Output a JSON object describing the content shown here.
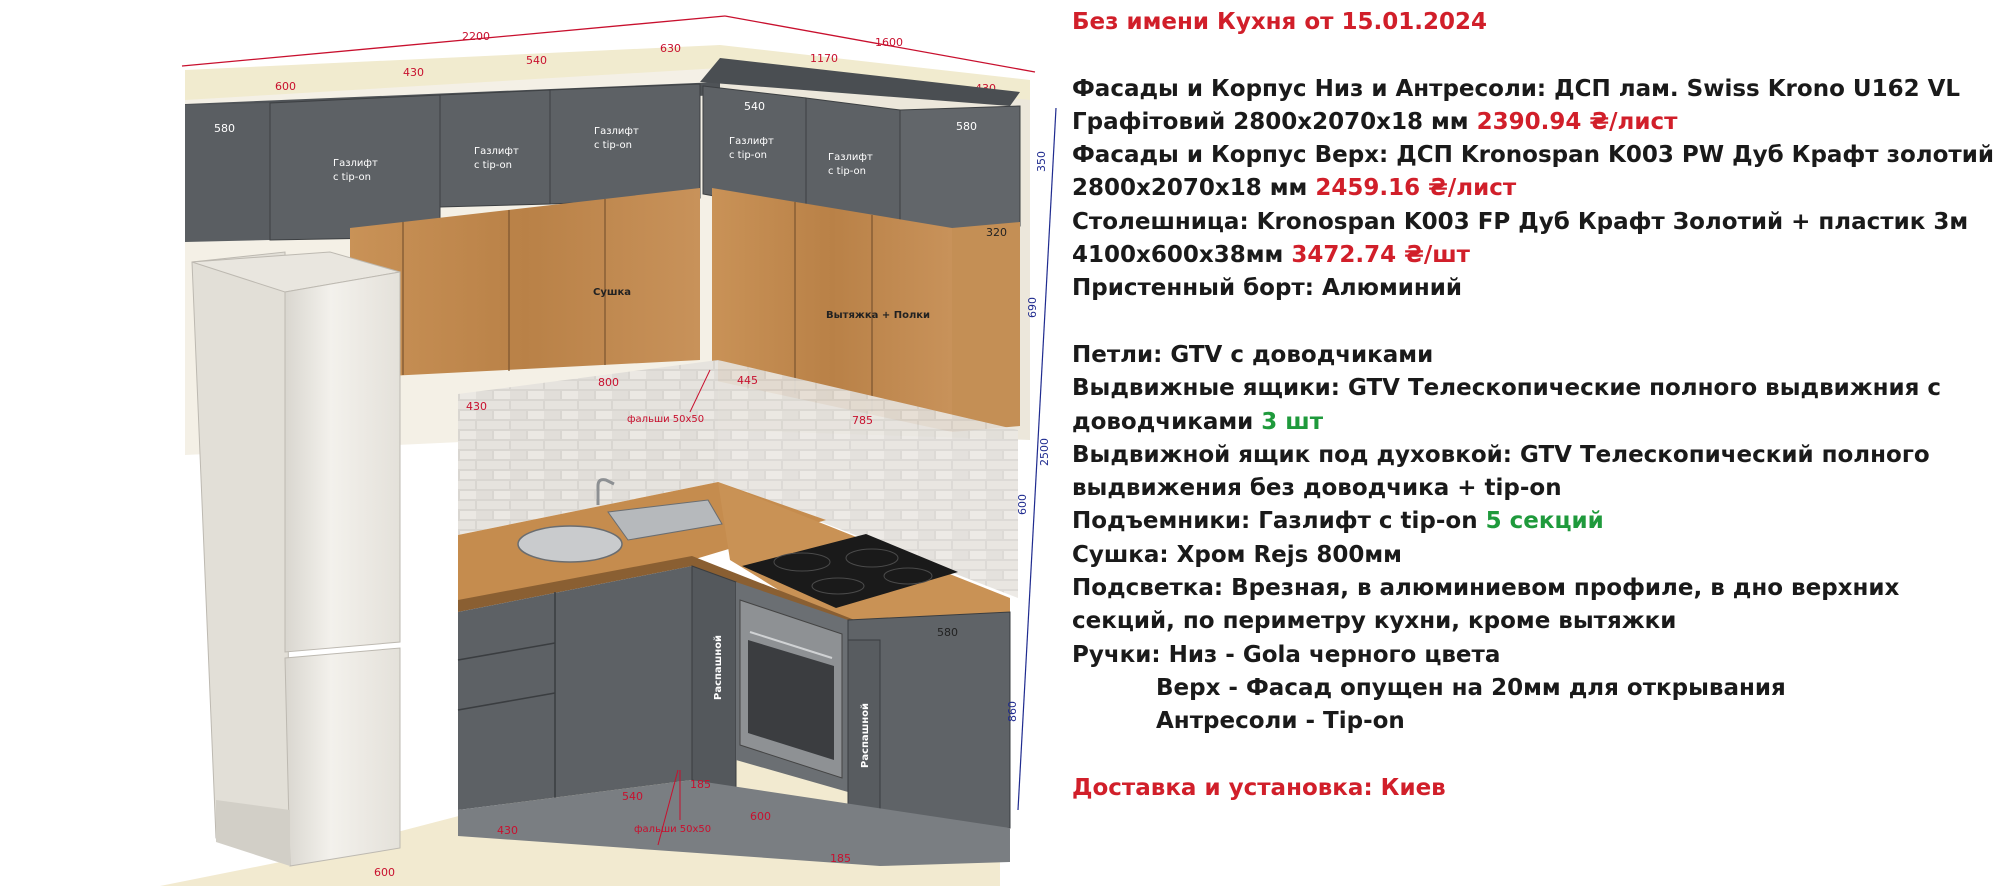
{
  "colors": {
    "title": "#d11f2a",
    "price": "#d11f2a",
    "quantity": "#1f9a3c",
    "dimension_red": "#c8102e",
    "dimension_blue": "#1f2b8f",
    "facade_dark": "#5d6165",
    "wood": "#bf8a4f",
    "fridge": "#ece9e2"
  },
  "spec": {
    "title": "Без имени Кухня от 15.01.2024",
    "facade_low": {
      "label": "Фасады и Корпус Низ и Антресоли: ДСП лам. Swiss Krono U162 VL",
      "cont": "Графітовий 2800x2070x18 мм",
      "price": "2390.94 ₴/лист"
    },
    "facade_top": {
      "label": "Фасады и Корпус Верх: ДСП Kronospan K003 PW Дуб Крафт золотий",
      "cont": "2800x2070x18 мм",
      "price": "2459.16 ₴/лист"
    },
    "worktop": {
      "label": "Столешница: Kronospan K003 FP Дуб Крафт Золотий + пластик 3м",
      "cont": "4100x600x38мм",
      "price": "3472.74 ₴/шт"
    },
    "border": "Пристенный борт: Алюминий",
    "hinges": "Петли: GTV с доводчиками",
    "drawers": {
      "label": "Выдвижные ящики: GTV Телескопические полного выдвижния с",
      "cont": "доводчиками",
      "qty": "3 шт"
    },
    "oven_drawer": {
      "label": "Выдвижной ящик под духовкой: GTV Телескопический полного",
      "cont": "выдвижения без доводчика + tip-on"
    },
    "lifts": {
      "label": "Подъемники: Газлифт с tip-on",
      "qty": "5 секций"
    },
    "dryer": "Сушка: Хром Rejs 800мм",
    "lighting": {
      "label": "Подсветка: Врезная, в алюминиевом профиле, в дно верхних",
      "cont": "секций, по периметру кухни, кроме вытяжки"
    },
    "handles": {
      "label": "Ручки: Низ - Gola черного цвета",
      "top": "Верх - Фасад опущен на 20мм для открывания",
      "mezz": "Антресоли - Tip-on"
    },
    "delivery": "Доставка и установка: Киев"
  },
  "drawing": {
    "dims_top": {
      "total_left": "2200",
      "total_right": "1600",
      "w600": "600",
      "w430": "430",
      "w540": "540",
      "w630": "630",
      "w1170": "1170",
      "w430r": "430"
    },
    "mezz_depth_left": "580",
    "mezz_depth_mid": "540",
    "mezz_depth_right": "580",
    "gaslift_1a": "Газлифт",
    "gaslift_1b": "с tip-on",
    "gaslift_2a": "Газлифт",
    "gaslift_2b": "с tip-on",
    "gaslift_3a": "Газлифт",
    "gaslift_3b": "с tip-on",
    "gaslift_4a": "Газлифт",
    "gaslift_4b": "с tip-on",
    "gaslift_5a": "Газлифт",
    "gaslift_5b": "с tip-on",
    "dryer_label": "Сушка",
    "hood_label": "Вытяжка + Полки",
    "upper_depth": "320",
    "upper_w430": "430",
    "upper_w800": "800",
    "upper_w445": "445",
    "upper_w785": "785",
    "false_panel_top": "фальши 50x50",
    "base_depth": "580",
    "swing_left": "Распашной",
    "swing_right": "Распашной",
    "base_w540": "540",
    "base_w185": "185",
    "base_w430": "430",
    "base_w600": "600",
    "base_w185b": "185",
    "base_w600b": "600",
    "false_panel_bottom": "фальши 50x50",
    "height_350": "350",
    "height_690": "690",
    "height_2500": "2500",
    "height_600": "600",
    "height_860": "860"
  }
}
